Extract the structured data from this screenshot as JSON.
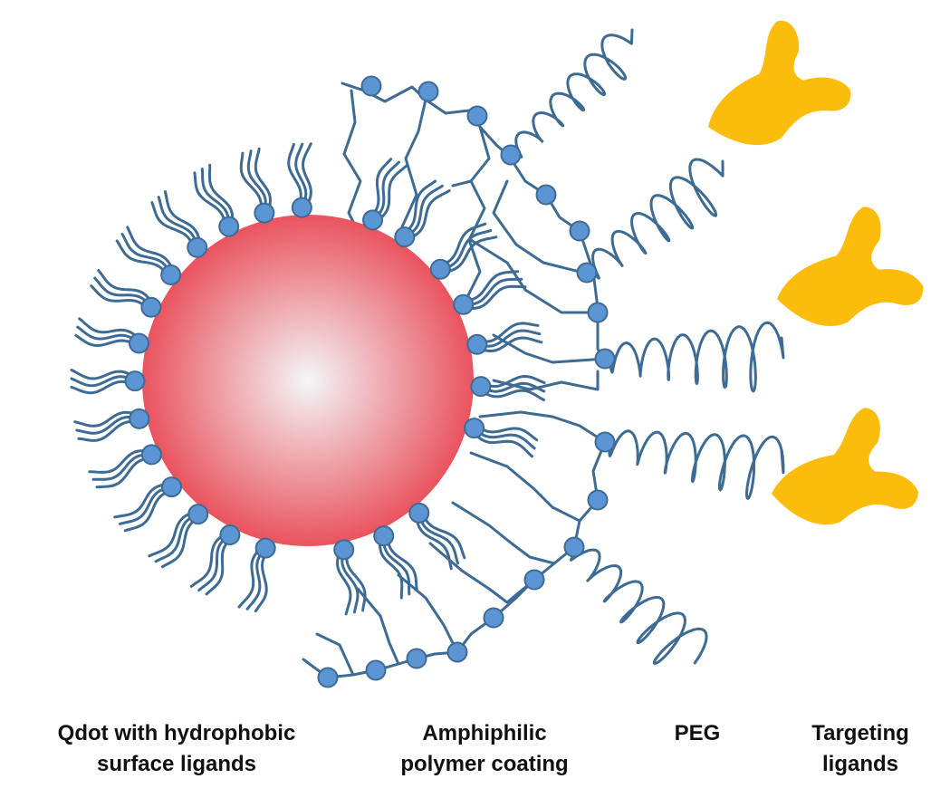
{
  "labels": {
    "qdot": {
      "line1": "Qdot with hydrophobic",
      "line2": "surface ligands"
    },
    "polymer": {
      "line1": "Amphiphilic",
      "line2": "polymer coating"
    },
    "peg": {
      "line1": "PEG"
    },
    "targeting": {
      "line1": "Targeting",
      "line2": "ligands"
    }
  },
  "colors": {
    "core_center": "#f4f6f8",
    "core_edge": "#e8434f",
    "line": "#3e6b94",
    "bead_fill": "#5b95d3",
    "bead_stroke": "#3e6b94",
    "ligand": "#fcbc0c"
  },
  "icons": {
    "core": "nanoparticle-core",
    "ligand_shape": "antibody-y-shape"
  }
}
